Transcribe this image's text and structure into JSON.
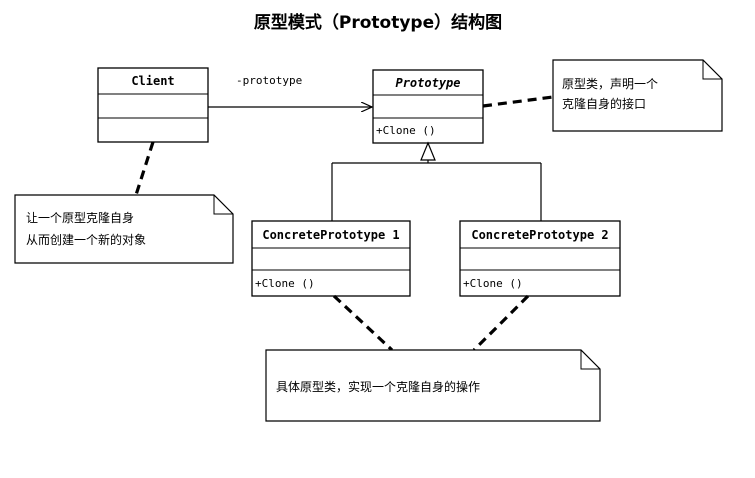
{
  "title": "原型模式（Prototype）结构图",
  "classes": {
    "client": {
      "name": "Client"
    },
    "prototype": {
      "name": "Prototype",
      "operation": "+Clone ()"
    },
    "concrete1": {
      "name": "ConcretePrototype 1",
      "operation": "+Clone ()"
    },
    "concrete2": {
      "name": "ConcretePrototype 2",
      "operation": "+Clone ()"
    }
  },
  "association_label": "-prototype",
  "notes": {
    "prototype_note": [
      "原型类，声明一个",
      "克隆自身的接口"
    ],
    "client_note": [
      "让一个原型克隆自身",
      "从而创建一个新的对象"
    ],
    "concrete_note": [
      "具体原型类，实现一个克隆自身的操作"
    ]
  }
}
